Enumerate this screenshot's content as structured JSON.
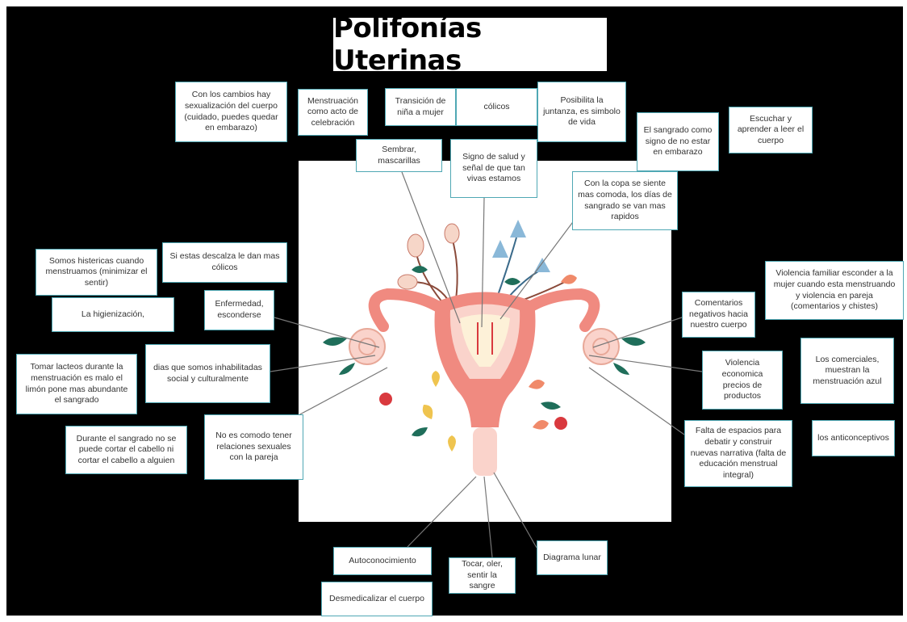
{
  "title": "Polifonías Uterinas",
  "colors": {
    "background": "#000000",
    "note_border": "#4fa8b4",
    "uterus": "#f08a80",
    "uterus_light": "#fad3cb",
    "leaf": "#1f6e5a",
    "flower_blue": "#8ab8d8",
    "flower_yellow": "#efc44f",
    "flower_red": "#d9393e"
  },
  "notes": {
    "cambios": "Con los cambios hay sexualización del cuerpo (cuidado, puedes quedar en embarazo)",
    "menstruacion_celebracion": "Menstruación como acto de celebración",
    "transicion": "Transición de niña a mujer",
    "colicos": "cólicos",
    "posibilita": "Posibilita la juntanza, es simbolo de vida",
    "sangrado_embarazo": "El sangrado como signo de no estar en embarazo",
    "escuchar": "Escuchar y aprender a leer el cuerpo",
    "sembrar": "Sembrar, mascarillas",
    "signo_salud": "Signo de salud y señal de que tan vivas estamos",
    "copa": "Con la copa se siente mas comoda, los días de sangrado se van mas rapidos",
    "histericas": "Somos histericas cuando menstruamos (minimizar el sentir)",
    "descalza": "Si estas descalza le dan mas cólicos",
    "higienizacion": "La higienización,",
    "enfermedad": "Enfermedad, esconderse",
    "violencia_familiar": "Violencia familiar esconder a la mujer cuando esta menstruando y violencia en pareja (comentarios y chistes)",
    "comentarios_negativos": "Comentarios negativos hacia nuestro cuerpo",
    "lacteos": "Tomar lacteos durante la menstruación es malo el limón pone mas abundante el sangrado",
    "inhabilitadas": "dias que somos inhabilitadas social y culturalmente",
    "violencia_economica": "Violencia economica precios de productos",
    "comerciales": "Los comerciales, muestran la menstruación azul",
    "cabello": "Durante el sangrado no se puede cortar el cabello ni cortar el cabello a alguien",
    "relaciones": "No es comodo tener relaciones sexuales con la pareja",
    "falta_espacios": "Falta de espacios para debatir y construir nuevas narrativa (falta de educación menstrual integral)",
    "anticonceptivos": "los anticonceptivos",
    "autoconocimiento": "Autoconocimiento",
    "tocar": "Tocar, oler, sentir la sangre",
    "diagrama_lunar": "Diagrama lunar",
    "desmedicalizar": "Desmedicalizar el cuerpo"
  }
}
